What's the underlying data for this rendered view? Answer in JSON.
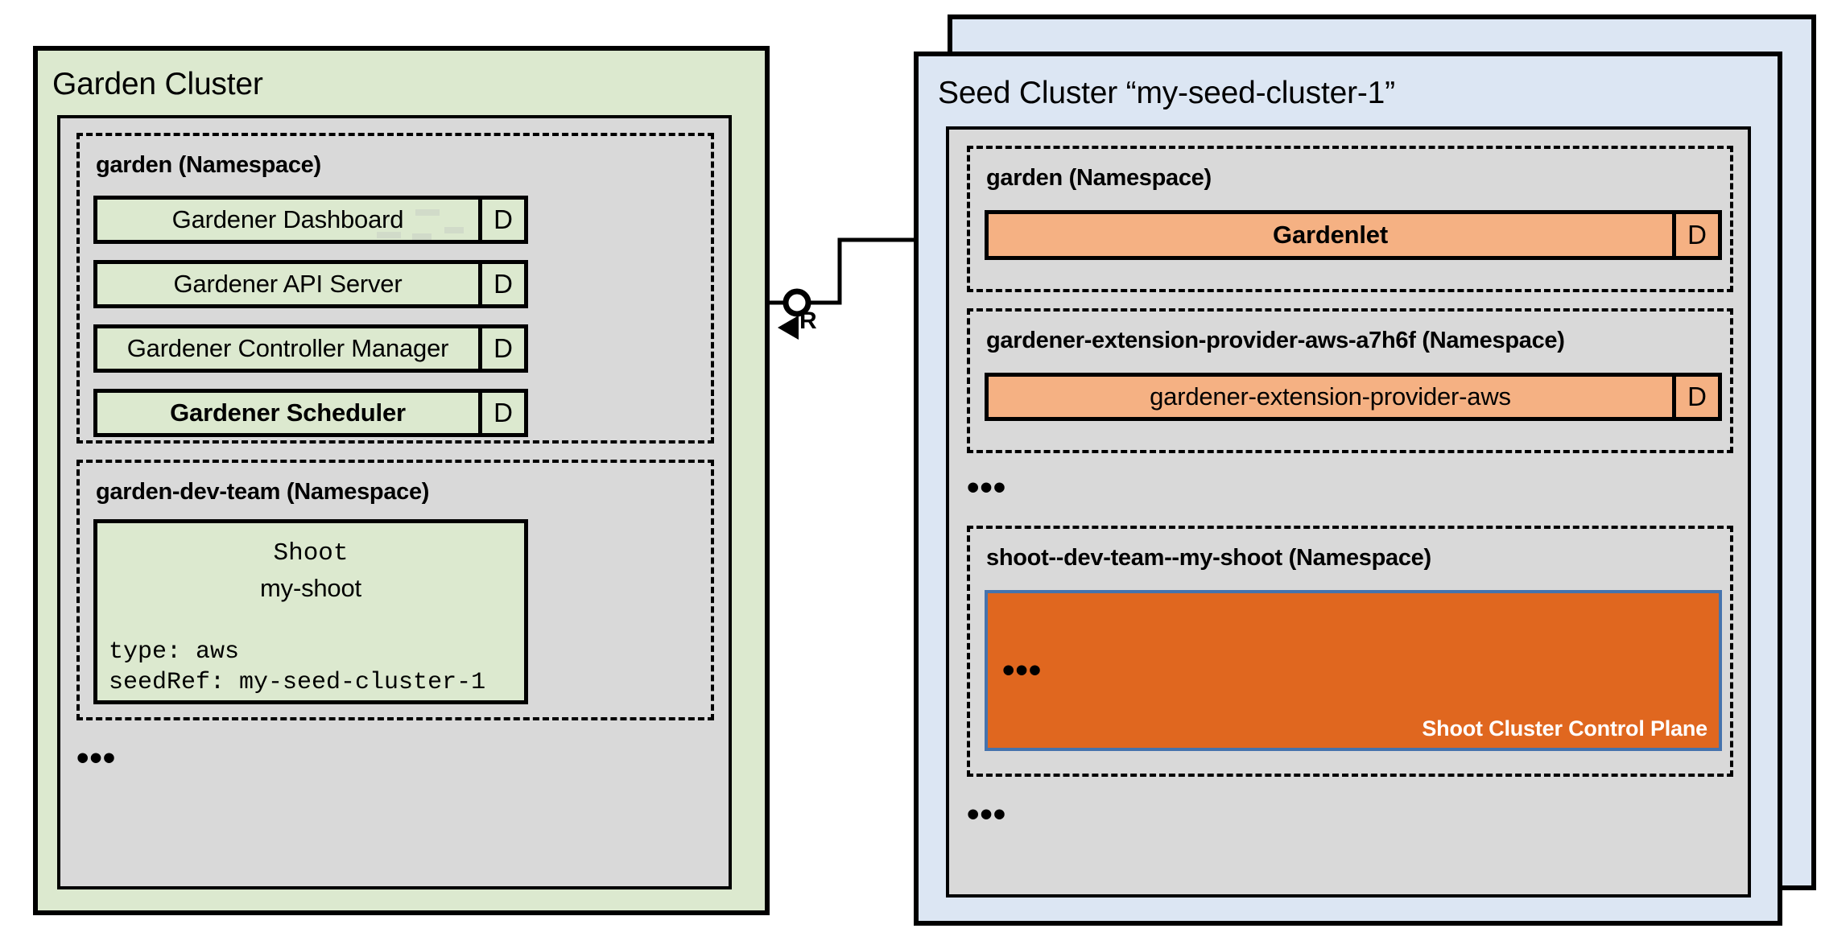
{
  "diagram": {
    "title_garden": "Garden Cluster",
    "title_seed": "Seed Cluster “my-seed-cluster-1”",
    "colors": {
      "garden_cluster_fill": "#dce9cf",
      "seed_cluster_fill": "#dce6f3",
      "namespace_panel_fill": "#d9d9d9",
      "component_green_fill": "#dce9cf",
      "component_orange_fill": "#f5b183",
      "control_plane_fill": "#e0671f",
      "control_plane_border": "#4573ad",
      "stroke": "#000000"
    }
  },
  "garden_cluster": {
    "title": "Garden Cluster",
    "namespaces": [
      {
        "name": "garden (Namespace)",
        "components": [
          {
            "label": "Gardener Dashboard",
            "kind_badge": "D",
            "bold": false
          },
          {
            "label": "Gardener API Server",
            "kind_badge": "D",
            "bold": false
          },
          {
            "label": "Gardener Controller Manager",
            "kind_badge": "D",
            "bold": false
          },
          {
            "label": "Gardener Scheduler",
            "kind_badge": "D",
            "bold": true
          }
        ]
      },
      {
        "name": "garden-dev-team (Namespace)",
        "resource": {
          "kind": "Shoot",
          "name": "my-shoot",
          "spec_lines": "type: aws\nseedRef: my-seed-cluster-1"
        }
      }
    ],
    "more_indicator": "•••"
  },
  "seed_cluster": {
    "title": "Seed Cluster “my-seed-cluster-1”",
    "namespaces": [
      {
        "name": "garden (Namespace)",
        "components": [
          {
            "label": "Gardenlet",
            "kind_badge": "D",
            "bold": true
          }
        ]
      },
      {
        "name": "gardener-extension-provider-aws-a7h6f (Namespace)",
        "components": [
          {
            "label": "gardener-extension-provider-aws",
            "kind_badge": "D",
            "bold": false
          }
        ]
      },
      {
        "name": "shoot--dev-team--my-shoot (Namespace)",
        "control_plane": {
          "label": "Shoot Cluster Control Plane",
          "more_indicator": "•••"
        }
      }
    ],
    "more_indicator_middle": "•••",
    "more_indicator_bottom": "•••"
  },
  "connector": {
    "label": "R",
    "from": "Gardener API Server",
    "to": "Gardenlet",
    "socket_icon": "circle-socket-icon",
    "arrow_icon": "left-arrow-icon"
  }
}
